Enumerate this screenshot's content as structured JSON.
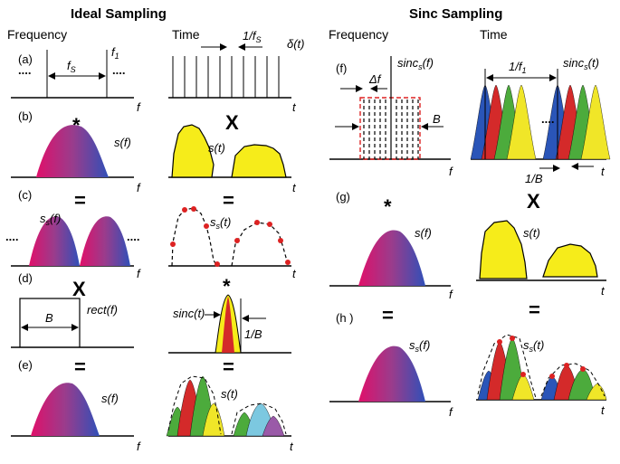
{
  "headers": {
    "left": "Ideal Sampling",
    "right": "Sinc Sampling"
  },
  "columns": {
    "freq_left": "Frequency",
    "time_left": "Time",
    "freq_right": "Frequency",
    "time_right": "Time"
  },
  "panels": {
    "a": "(a)",
    "b": "(b)",
    "c": "(c)",
    "d": "(d)",
    "e": "(e)",
    "f": "(f)",
    "g": "(g)",
    "h": "(h )"
  },
  "axes": {
    "f": "f",
    "t": "t"
  },
  "labels": {
    "fs": "f_S",
    "f1": "f_1",
    "inv_fs": "1/f_S",
    "delta": "δ(t)",
    "s_f": "s(f)",
    "s_t": "s(t)",
    "ss_f": "s_s(f)",
    "ss_t": "s_s(t)",
    "B": "B",
    "rect": "rect(f)",
    "sinc": "sinc(t)",
    "inv_B": "1/B",
    "sincs_f": "sinc_s(f)",
    "delta_f": "Δf",
    "inv_f1": "1/f_1",
    "sincs_t": "sinc_s(t)",
    "dots": "...."
  },
  "operators": {
    "conv": "*",
    "mult": "X",
    "eq": "="
  },
  "colors": {
    "spectrum_left": "#e0106a",
    "spectrum_mid": "#9a3c8c",
    "spectrum_right": "#3050b8",
    "signal_fill": "#f6ec1a",
    "sample_dot": "#dd2222",
    "box_dash": "#dd2222",
    "pulse_blue": "#2a55b8",
    "pulse_red": "#d42a2a",
    "pulse_green": "#4cab3c",
    "pulse_yellow": "#f0e628",
    "pulse_cyan": "#7cc8e0",
    "pulse_purple": "#9a5aa8"
  }
}
